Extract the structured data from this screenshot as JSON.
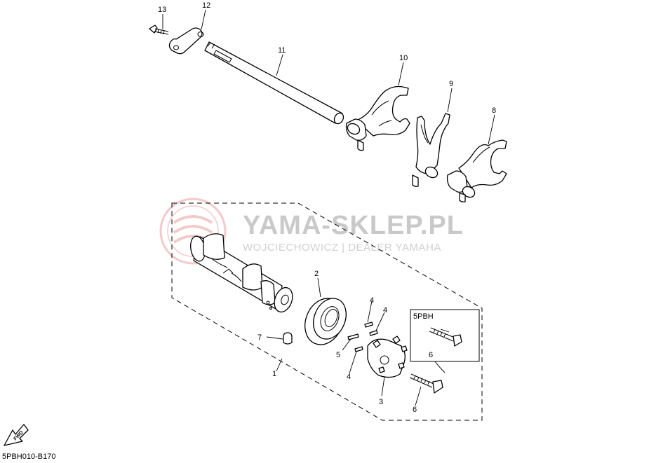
{
  "watermark": {
    "brand": "YAMA-SKLEP.PL",
    "subtitle": "WOJCIECHOWICZ | DEALER YAMAHA",
    "color": "#e8a0a0"
  },
  "callouts": {
    "p1": "1",
    "p2": "2",
    "p3": "3",
    "p4a": "4",
    "p4b": "4",
    "p4c": "4",
    "p5": "5",
    "p6a": "6",
    "p6b": "6",
    "p7": "7",
    "p8": "8",
    "p9": "9",
    "p10": "10",
    "p11": "11",
    "p12": "12",
    "p13": "13"
  },
  "variant_box": {
    "label": "5PBH"
  },
  "direction_arrow": {
    "label": "FWD"
  },
  "diagram_code": "5PBH010-B170"
}
